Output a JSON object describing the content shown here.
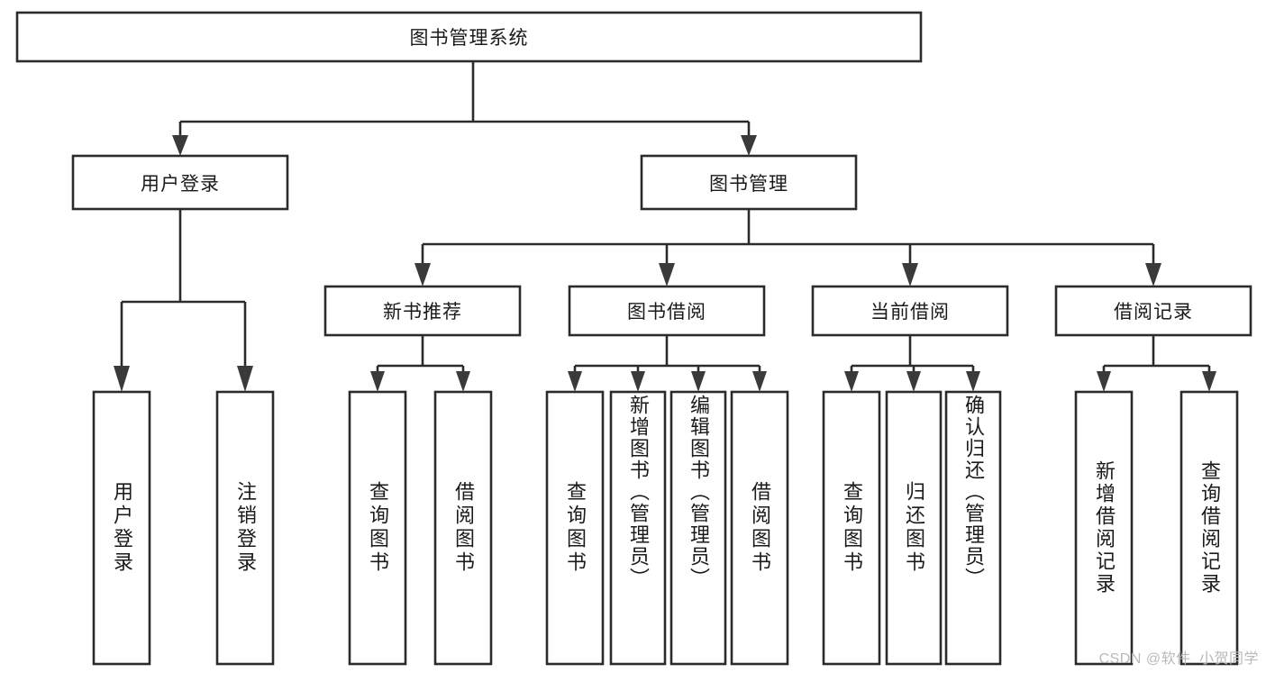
{
  "diagram": {
    "type": "tree",
    "title": "图书管理系统",
    "orientation": "top-down",
    "colors": {
      "box_stroke": "#2b2b2b",
      "box_fill": "#ffffff",
      "connector": "#2b2b2b",
      "arrow": "#3a3a3a",
      "text": "#1a1a1a",
      "background": "#ffffff",
      "watermark": "#b9b9b9"
    },
    "root": {
      "label": "图书管理系统"
    },
    "level2": [
      {
        "label": "用户登录"
      },
      {
        "label": "图书管理"
      }
    ],
    "level3": [
      {
        "label": "新书推荐"
      },
      {
        "label": "图书借阅"
      },
      {
        "label": "当前借阅"
      },
      {
        "label": "借阅记录"
      }
    ],
    "leaves": {
      "user_login": [
        {
          "label": "用户登录"
        },
        {
          "label": "注销登录"
        }
      ],
      "new_book_recommend": [
        {
          "label": "查询图书"
        },
        {
          "label": "借阅图书"
        }
      ],
      "book_borrow": [
        {
          "label": "查询图书"
        },
        {
          "label": "新增图书（管理员）"
        },
        {
          "label": "编辑图书（管理员）"
        },
        {
          "label": "借阅图书"
        }
      ],
      "current_borrow": [
        {
          "label": "查询图书"
        },
        {
          "label": "归还图书"
        },
        {
          "label": "确认归还（管理员）"
        }
      ],
      "borrow_record": [
        {
          "label": "新增借阅记录"
        },
        {
          "label": "查询借阅记录"
        }
      ]
    },
    "edges": [
      {
        "from": "图书管理系统",
        "to": "用户登录"
      },
      {
        "from": "图书管理系统",
        "to": "图书管理"
      },
      {
        "from": "用户登录",
        "to": "用户登录"
      },
      {
        "from": "用户登录",
        "to": "注销登录"
      },
      {
        "from": "图书管理",
        "to": "新书推荐"
      },
      {
        "from": "图书管理",
        "to": "图书借阅"
      },
      {
        "from": "图书管理",
        "to": "当前借阅"
      },
      {
        "from": "图书管理",
        "to": "借阅记录"
      },
      {
        "from": "新书推荐",
        "to": "查询图书"
      },
      {
        "from": "新书推荐",
        "to": "借阅图书"
      },
      {
        "from": "图书借阅",
        "to": "查询图书"
      },
      {
        "from": "图书借阅",
        "to": "新增图书（管理员）"
      },
      {
        "from": "图书借阅",
        "to": "编辑图书（管理员）"
      },
      {
        "from": "图书借阅",
        "to": "借阅图书"
      },
      {
        "from": "当前借阅",
        "to": "查询图书"
      },
      {
        "from": "当前借阅",
        "to": "归还图书"
      },
      {
        "from": "当前借阅",
        "to": "确认归还（管理员）"
      },
      {
        "from": "借阅记录",
        "to": "新增借阅记录"
      },
      {
        "from": "借阅记录",
        "to": "查询借阅记录"
      }
    ]
  },
  "watermark": {
    "text": "CSDN @软件_小贺同学"
  }
}
